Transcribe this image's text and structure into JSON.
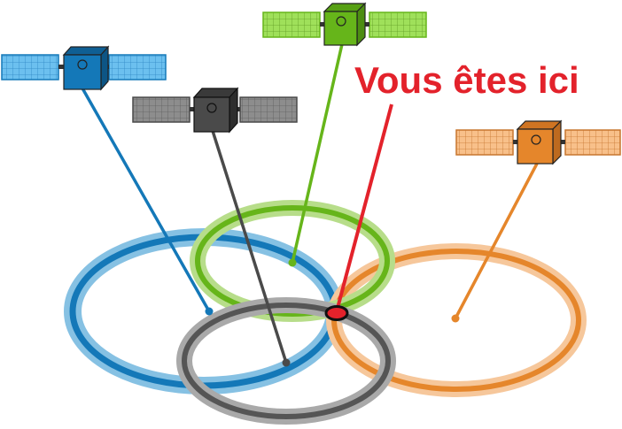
{
  "label": {
    "text": "Vous êtes ici",
    "color": "#e3222b"
  },
  "satellites": [
    {
      "id": "blue",
      "body_color": "#1478b8",
      "panel_color": "#6cc0ef",
      "ring_color": "#1478b8",
      "ring_halo": "#86c1e3"
    },
    {
      "id": "green",
      "body_color": "#66b51a",
      "panel_color": "#9fe05a",
      "ring_color": "#66b51a",
      "ring_halo": "#b7dd8a"
    },
    {
      "id": "gray",
      "body_color": "#4a4a4a",
      "panel_color": "#8d8d8d",
      "ring_color": "#555555",
      "ring_halo": "#a9a9a9"
    },
    {
      "id": "orange",
      "body_color": "#e5862b",
      "panel_color": "#f8c08a",
      "ring_color": "#e5862b",
      "ring_halo": "#f6c79b"
    }
  ],
  "marker": {
    "fill": "#e3222b",
    "stroke": "#111111"
  }
}
